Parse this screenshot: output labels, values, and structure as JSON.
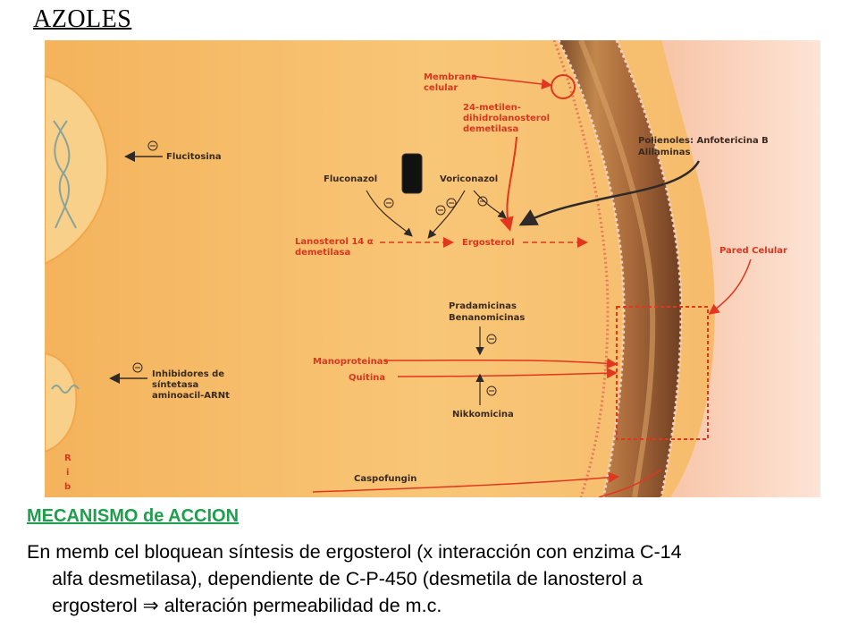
{
  "slide": {
    "title": "AZOLES"
  },
  "figure": {
    "labels": {
      "membrana": [
        "Membrana",
        "celular"
      ],
      "demetilasa24": [
        "24-metilen-",
        "dihidrolanosterol",
        "demetilasa"
      ],
      "polienoles": [
        "Polienoles: Anfotericina B",
        "Alilaminas"
      ],
      "flucitosina": "Flucitosina",
      "fluconazol": "Fluconazol",
      "voriconazol": "Voriconazol",
      "lanosterol": [
        "Lanosterol 14 α",
        "demetilasa"
      ],
      "ergosterol": "Ergosterol",
      "pared": "Pared Celular",
      "pradamicinas": [
        "Pradamicinas",
        "Benanomicinas"
      ],
      "manoproteinas": "Manoproteinas",
      "quitina": "Quitina",
      "inhibidores": [
        "Inhibidores de",
        "síntetasa",
        "aminoacil-ARNt"
      ],
      "nikkomicina": "Nikkomicina",
      "caspofungin": "Caspofungin",
      "ribo_letters": [
        "R",
        "i",
        "b"
      ]
    },
    "colors": {
      "cytoplasm": "#f6bf6c",
      "wall": "#a86a3a",
      "outside": "#fbd9c8",
      "label_red": "#d9361f",
      "label_dark": "#3a2a20"
    }
  },
  "mechanism": {
    "heading": "MECANISMO de ACCION",
    "lines": [
      "En memb cel bloquean síntesis de ergosterol (x interacción con enzima C-14",
      "alfa desmetilasa), dependiente de C-P-450 (desmetila de lanosterol a",
      "ergosterol ⇒ alteración permeabilidad de m.c."
    ]
  }
}
